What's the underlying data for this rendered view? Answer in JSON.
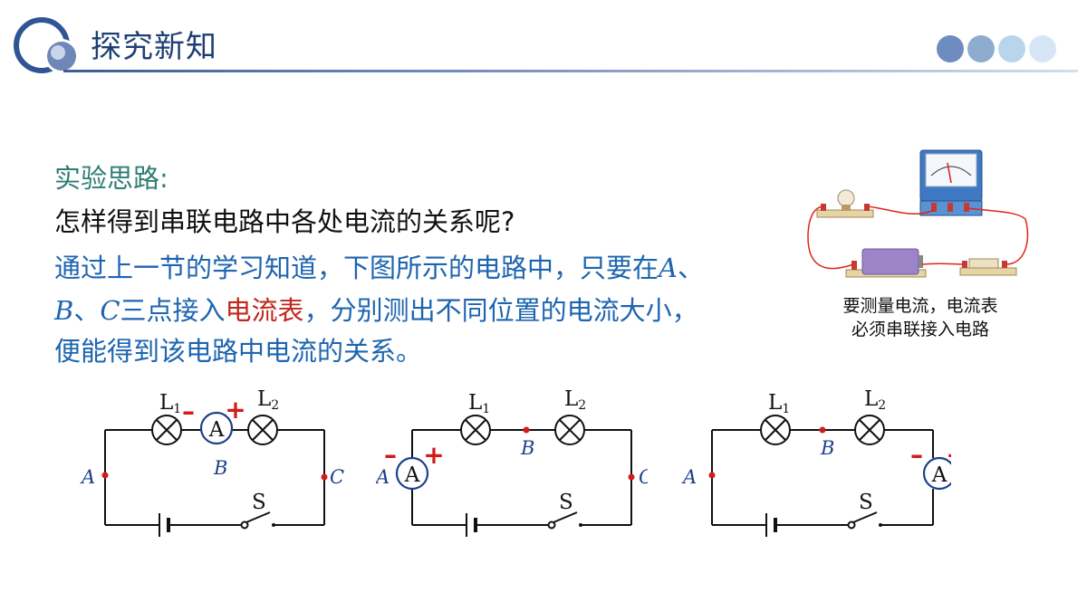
{
  "header": {
    "title": "探究新知",
    "dot_colors": [
      "#6f8cc0",
      "#8eaccd",
      "#b9d5ec",
      "#d7e6f5"
    ]
  },
  "content": {
    "heading": "实验思路:",
    "question": "怎样得到串联电路中各处电流的关系呢?",
    "line3_text": "通过上一节的学习知道，下图所示的电路中，只要在",
    "line3_var": "A",
    "line3_end": "、",
    "line4_var_b": "B",
    "line4_sep": "、",
    "line4_var_c": "C",
    "line4_mid": "三点接入",
    "line4_highlight": "电流表",
    "line4_end": "，分别测出不同位置的电流大小，",
    "line5": "便能得到该电路中电流的关系。"
  },
  "photo": {
    "caption_line1": "要测量电流，电流表",
    "caption_line2": "必须串联接入电路"
  },
  "circuits": {
    "lamp1": "L",
    "lamp1_sub": "1",
    "lamp2": "L",
    "lamp2_sub": "2",
    "ammeter": "A",
    "switch": "S",
    "point_a": "A",
    "point_b": "B",
    "point_c": "C",
    "minus": "–",
    "plus": "+"
  }
}
